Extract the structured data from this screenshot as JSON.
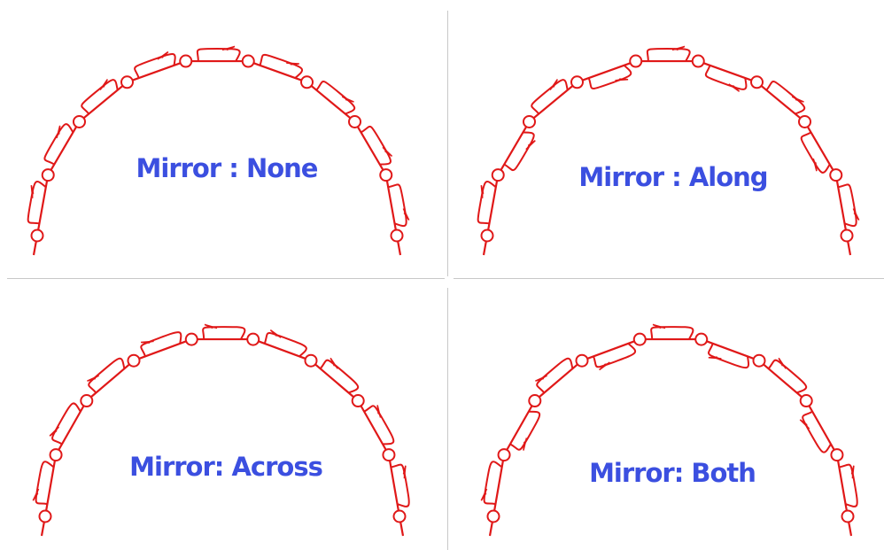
{
  "panels": [
    {
      "label": "Mirror : None"
    },
    {
      "label": "Mirror : Along"
    },
    {
      "label": "Mirror: Across"
    },
    {
      "label": "Mirror: Both"
    }
  ],
  "colors": {
    "curve": "#e01818",
    "label": "#3b4fe0",
    "divider": "#c8c8c8",
    "background": "#ffffff"
  }
}
